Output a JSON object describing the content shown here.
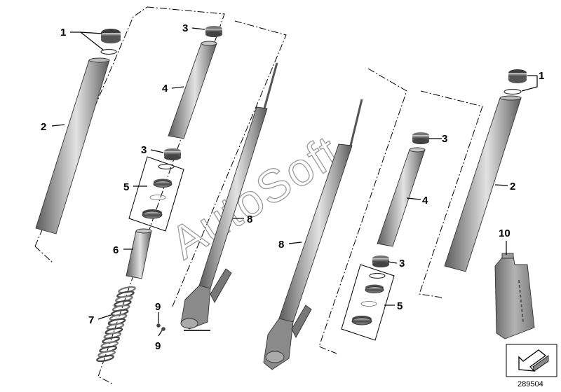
{
  "labels": {
    "l1a": "1",
    "l1b": "1",
    "l2a": "2",
    "l2b": "2",
    "l3a": "3",
    "l3b": "3",
    "l3c": "3",
    "l3d": "3",
    "l4a": "4",
    "l4b": "4",
    "l5a": "5",
    "l5b": "5",
    "l6": "6",
    "l7": "7",
    "l8a": "8",
    "l8b": "8",
    "l9a": "9",
    "l9b": "9",
    "l10": "10"
  },
  "watermark": "AutoSoft",
  "reference_number": "289504",
  "colors": {
    "tube_dark": "#6e6e6e",
    "tube_light": "#d9d9d9",
    "outline": "#333333",
    "watermark": "#9a9a9a",
    "oil_bottle": "#8c8c8c"
  },
  "icons": {
    "reference": "arrow-down-left-icon"
  }
}
